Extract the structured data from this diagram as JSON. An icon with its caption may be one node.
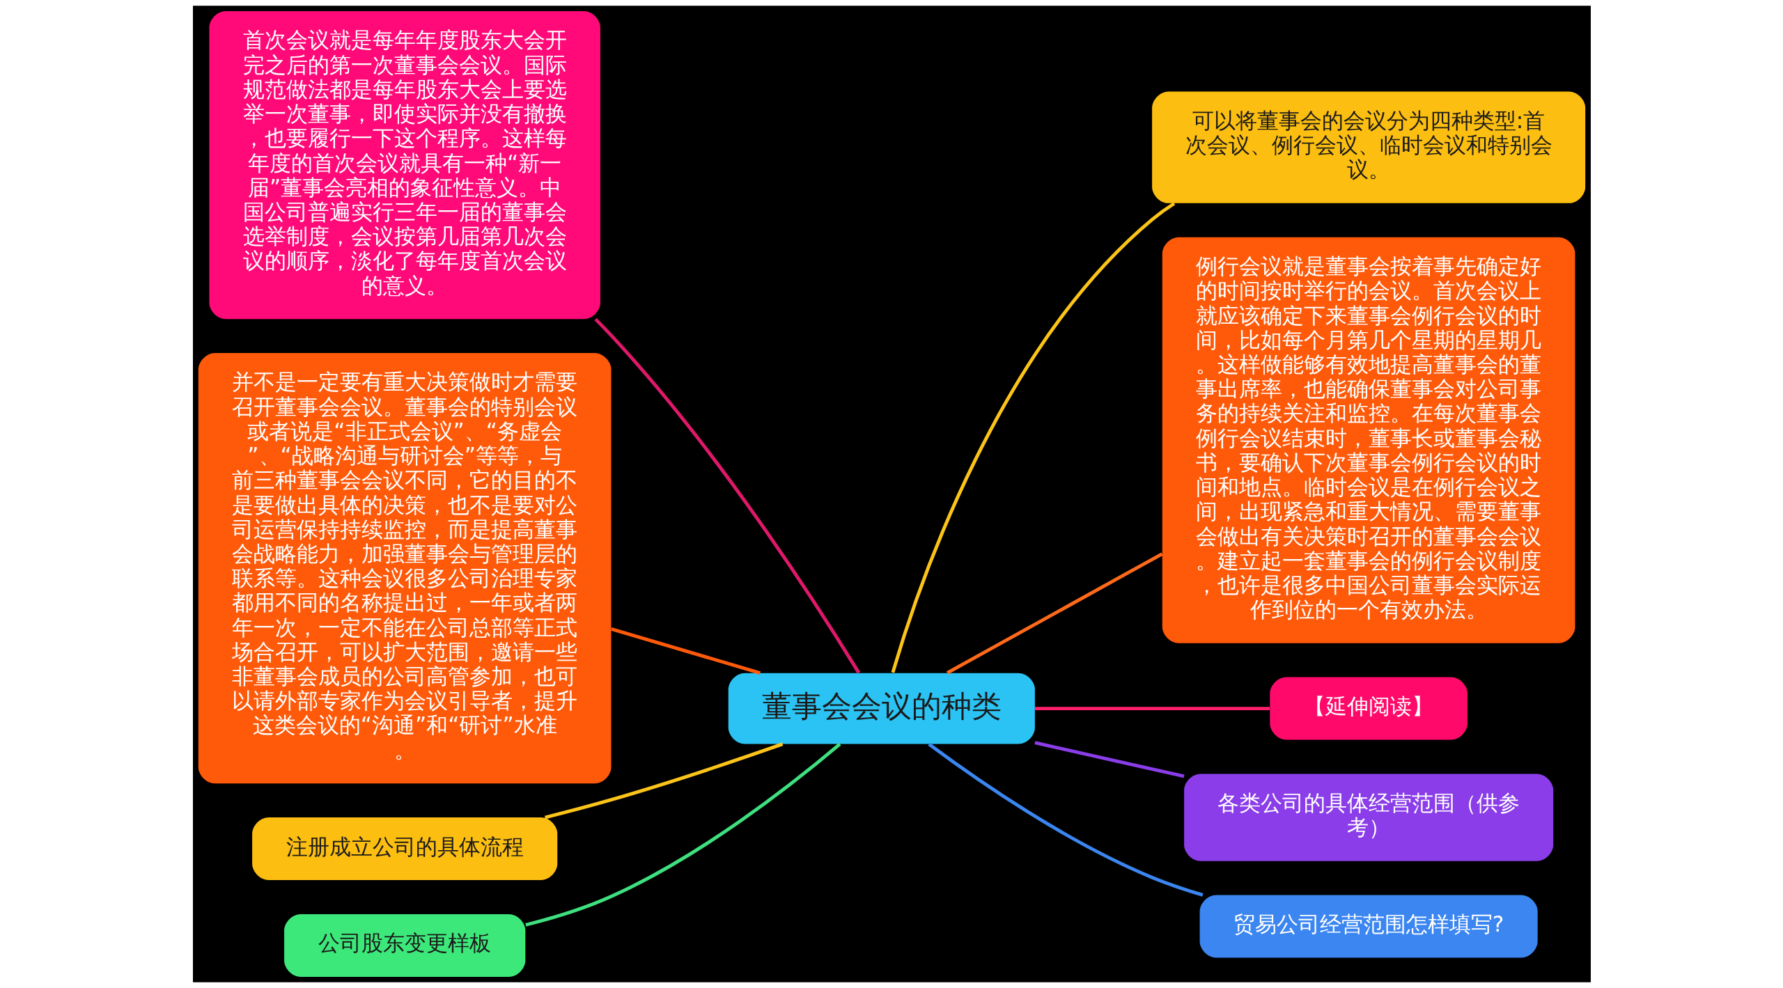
{
  "diagram": {
    "nodes": [
      {
        "text": [
          "董事会会议的种类"
        ]
      },
      {
        "text": [
          "首次会议就是每年年度股东大会开完之后的第一次董事会会议。国际规范做法都是每年股东大会上要选举一次董事，即使实际并没有撤换，也要履行一下这个程序。这样每年度的首次会议就具有一种“新一届”董事会亮相的象征性意义。中国公司普遍实行三年一届的董事会选举制度，会议按第几届第几次会议的顺序，淡化了每年度首次会议的意义。"
        ]
      },
      {
        "text": [
          "并不是一定要有重大决策做时才需要召开董事会会议。董事会的特别会议或者说是“非正式会议”、“务虚会”、“战略沟通与研讨会”等等，与前三种董事会会议不同，它的目的不是要做出具体的决策，也不是要对公司运营保持持续监控，而是提高董事会战略能力，加强董事会与管理层的联系等。这种会议很多公司治理专家都用不同的名称提出过，一年或者两年一次，一定不能在公司总部等正式场合召开，可以扩大范围，邀请一些非董事会成员的公司高管参加，也可以请外部专家作为会议引导者，提升这类会议的“沟通”和“研讨”水准。"
        ]
      },
      {
        "text": [
          "注册成立公司的具体流程"
        ]
      },
      {
        "text": [
          "公司股东变更样板"
        ]
      },
      {
        "text": [
          "可以将董事会的会议分为四种类型:首次会议、例行会议、临时会议和特别会议。"
        ]
      },
      {
        "text": [
          "例行会议就是董事会按着事先确定好的时间按时举行的会议。首次会议上就应该确定下来董事会例行会议的时间，比如每个月第几个星期的星期几。这样做能够有效地提高董事会的董事出席率，也能确保董事会对公司事务的持续关注和监控。在每次董事会例行会议结束时，董事长或董事会秘书，要确认下次董事会例行会议的时间和地点。临时会议是在例行会议之间，出现紧急和重大情况、需要董事会做出有关决策时召开的董事会会议。建立起一套董事会的例行会议制度，也许是很多中国公司董事会实际运作到位的一个有效办法。"
        ]
      },
      {
        "text": [
          "【延伸阅读】"
        ]
      },
      {
        "text": [
          "各类公司的具体经营范围（供参考）"
        ]
      },
      {
        "text": [
          "贸易公司经营范围怎样填写?"
        ]
      }
    ],
    "edges": [
      {
        "from": 0,
        "to": 1,
        "arrow": "none",
        "color": "#e0186a"
      },
      {
        "from": 0,
        "to": 2,
        "arrow": "none",
        "color": "#ff5a0a"
      },
      {
        "from": 0,
        "to": 3,
        "arrow": "none",
        "color": "#fcc419"
      },
      {
        "from": 0,
        "to": 4,
        "arrow": "none",
        "color": "#3ee07f"
      },
      {
        "from": 0,
        "to": 5,
        "arrow": "none",
        "color": "#fcc419"
      },
      {
        "from": 0,
        "to": 6,
        "arrow": "none",
        "color": "#ff6a1a"
      },
      {
        "from": 0,
        "to": 7,
        "arrow": "none",
        "color": "#ff1f6a"
      },
      {
        "from": 0,
        "to": 8,
        "arrow": "none",
        "color": "#8a3de8"
      },
      {
        "from": 0,
        "to": 9,
        "arrow": "none",
        "color": "#3b86f0"
      }
    ]
  }
}
